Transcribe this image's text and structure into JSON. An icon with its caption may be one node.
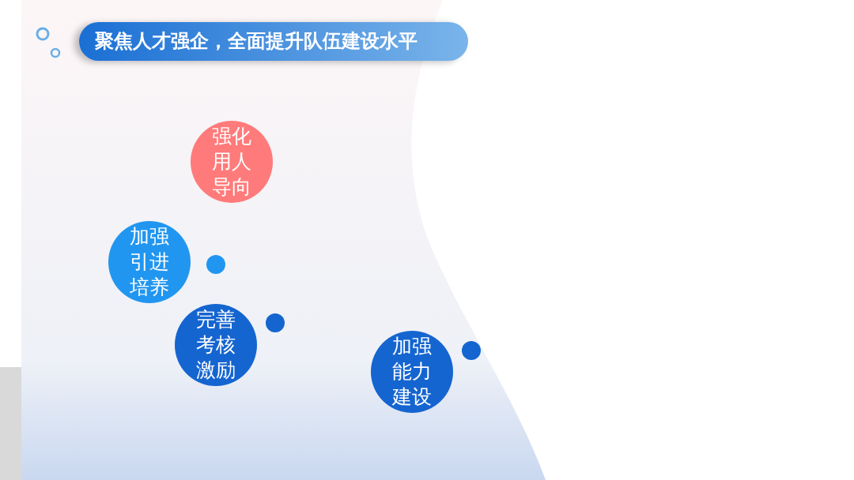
{
  "diagram": {
    "title": "聚焦人才强企，全面提升队伍建设水平",
    "nodes": [
      {
        "text": [
          "强化用人导向"
        ]
      },
      {
        "text": [
          "加强引进培养"
        ]
      },
      {
        "text": [
          "完善考核激励"
        ]
      },
      {
        "text": [
          "加强能力建设"
        ]
      }
    ]
  }
}
